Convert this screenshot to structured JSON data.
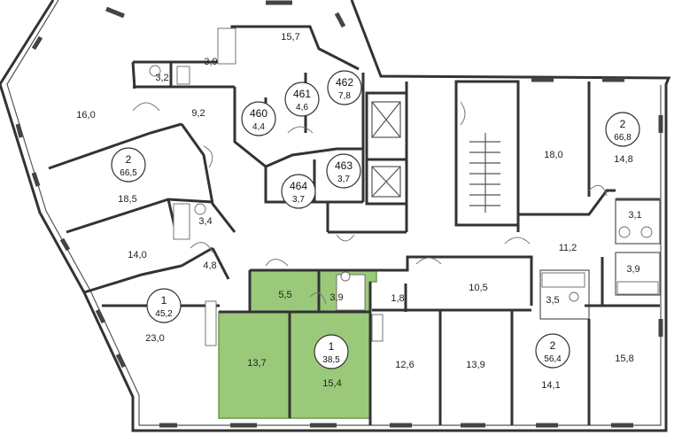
{
  "colors": {
    "highlight": "#9bc97a",
    "highlight_border": "#6a9c4c",
    "wall": "#333333",
    "background": "#ffffff"
  },
  "apartments": [
    {
      "id": "apt-2-66-5",
      "number": "2",
      "area": "66,5"
    },
    {
      "id": "apt-1-45-2",
      "number": "1",
      "area": "45,2"
    },
    {
      "id": "apt-1-38-5",
      "number": "1",
      "area": "38,5",
      "highlighted": true
    },
    {
      "id": "apt-2-56-4",
      "number": "2",
      "area": "56,4"
    },
    {
      "id": "apt-2-66-8",
      "number": "2",
      "area": "66,8"
    }
  ],
  "storerooms": [
    {
      "id": "s460",
      "number": "460",
      "area": "4,4"
    },
    {
      "id": "s461",
      "number": "461",
      "area": "4,6"
    },
    {
      "id": "s462",
      "number": "462",
      "area": "7,8"
    },
    {
      "id": "s463",
      "number": "463",
      "area": "3,7"
    },
    {
      "id": "s464",
      "number": "464",
      "area": "3,7"
    }
  ],
  "room_labels": [
    "15,7",
    "3,9",
    "3,2",
    "16,0",
    "9,2",
    "18,5",
    "3,4",
    "14,0",
    "4,8",
    "23,0",
    "5,5",
    "3,9",
    "13,7",
    "15,4",
    "1,8",
    "10,5",
    "12,6",
    "13,9",
    "3,5",
    "14,1",
    "15,8",
    "18,0",
    "14,8",
    "3,1",
    "11,2",
    "3,9"
  ]
}
